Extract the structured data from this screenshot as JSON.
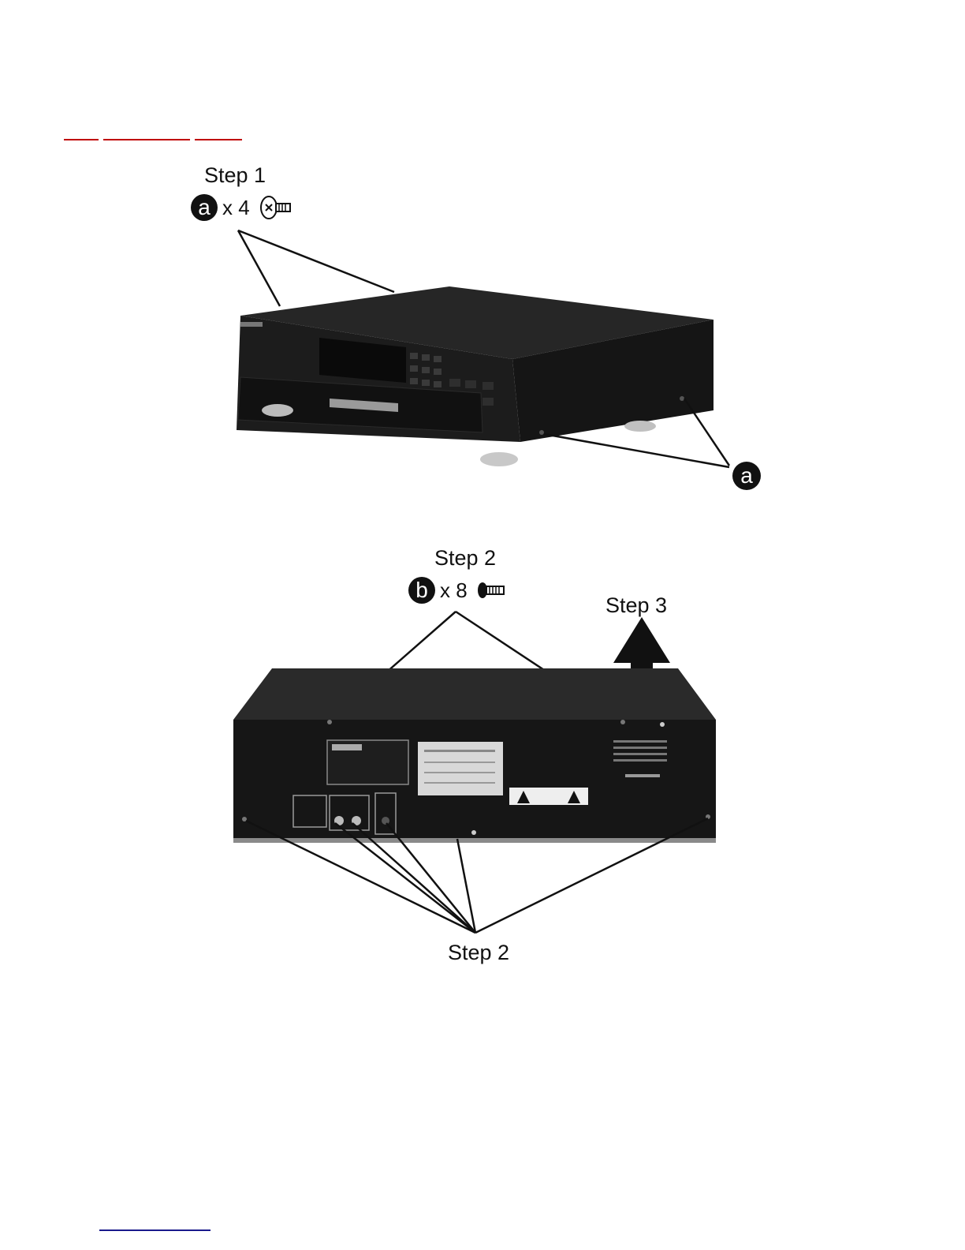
{
  "colors": {
    "top_link": "#c00000",
    "bottom_link": "#1a1a8c",
    "device": "#1b1b1b"
  },
  "figure1": {
    "step_label": "Step 1",
    "screw_letter": "a",
    "screw_count": "x 4",
    "screw_icon": "phillips-screw-icon",
    "callout_letter": "a"
  },
  "figure2": {
    "step_label": "Step 2",
    "screw_letter": "b",
    "screw_count": "x 8",
    "screw_icon": "screw-icon",
    "lift_label": "Step 3",
    "bottom_step_label": "Step 2"
  }
}
